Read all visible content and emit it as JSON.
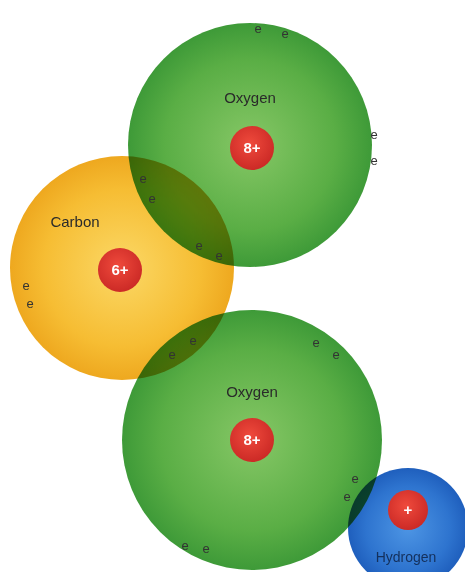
{
  "diagram": {
    "nodes": [
      {
        "text": [
          "Oxygen"
        ]
      },
      {
        "text": [
          "8+"
        ],
        "in": 0
      },
      {
        "text": [
          "Carbon"
        ]
      },
      {
        "text": [
          "6+"
        ],
        "in": 2
      },
      {
        "text": [
          "Oxygen"
        ]
      },
      {
        "text": [
          "8+"
        ],
        "in": 4
      },
      {
        "text": [
          "Hydrogen"
        ]
      },
      {
        "text": [
          "+"
        ],
        "in": 6
      }
    ],
    "labels": [
      "e",
      "e",
      "e",
      "e",
      "e",
      "e",
      "e",
      "e",
      "e",
      "e",
      "e",
      "e",
      "e",
      "e",
      "e",
      "e",
      "e",
      "e"
    ]
  }
}
